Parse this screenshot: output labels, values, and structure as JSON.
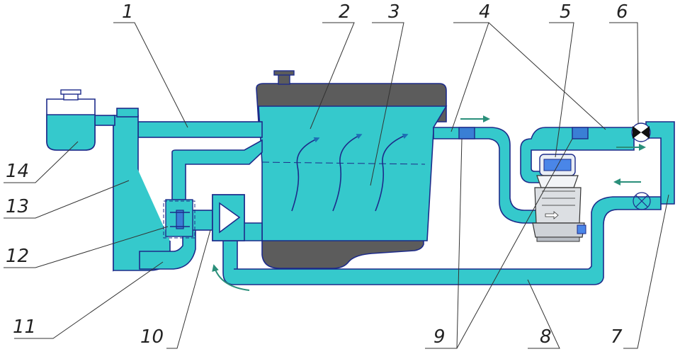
{
  "colors": {
    "coolant": "#35c9cc",
    "outline": "#1d2b8a",
    "engine_shell": "#5c5c5c",
    "flow_arrow": "#2a8f7a",
    "background": "#ffffff"
  },
  "labels": [
    "1",
    "2",
    "3",
    "4",
    "5",
    "6",
    "7",
    "8",
    "9",
    "10",
    "11",
    "12",
    "13",
    "14"
  ],
  "icons": {
    "flow": "flow-arrow-icon",
    "valve_open": "ball-valve-icon",
    "valve_closed": "valve-x-icon",
    "heater": "pre-heater-pump-icon",
    "thermostat": "thermostat-icon"
  }
}
